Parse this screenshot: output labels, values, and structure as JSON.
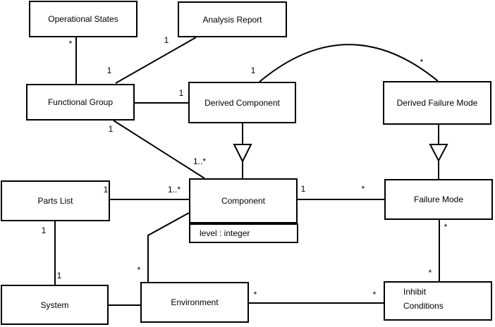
{
  "diagram": {
    "type": "uml-class-diagram",
    "classes": [
      {
        "name": "Operational States"
      },
      {
        "name": "Analysis Report"
      },
      {
        "name": "Functional Group"
      },
      {
        "name": "Derived Component"
      },
      {
        "name": "Derived Failure Mode"
      },
      {
        "name": "Parts List"
      },
      {
        "name": "Component",
        "attributes": [
          "level : integer"
        ]
      },
      {
        "name": "Failure Mode"
      },
      {
        "name": "System"
      },
      {
        "name": "Environment"
      },
      {
        "name": "Inhibit Conditions"
      }
    ],
    "associations": [
      {
        "from": "Operational States",
        "to": "Functional Group",
        "from_label": "*",
        "to_label": "1"
      },
      {
        "from": "Analysis Report",
        "to": "Functional Group",
        "from_label": "1"
      },
      {
        "from": "Functional Group",
        "to": "Derived Component",
        "to_label": "1"
      },
      {
        "from": "Derived Component",
        "to": "Derived Failure Mode",
        "from_label": "1",
        "to_label": "*"
      },
      {
        "from": "Functional Group",
        "to": "Component",
        "from_label": "1",
        "to_label": "1..*"
      },
      {
        "from": "Parts List",
        "to": "Component",
        "from_label": "1",
        "to_label": "1..*"
      },
      {
        "from": "Parts List",
        "to": "System",
        "from_label": "1",
        "to_label": "1"
      },
      {
        "from": "Component",
        "to": "Failure Mode",
        "from_label": "1",
        "to_label": "*"
      },
      {
        "from": "Failure Mode",
        "to": "Inhibit Conditions",
        "from_label": "*",
        "to_label": "*"
      },
      {
        "from": "Component",
        "to": "Environment",
        "to_label": "*"
      },
      {
        "from": "Environment",
        "to": "Inhibit Conditions",
        "from_label": "*",
        "to_label": "*"
      }
    ],
    "generalizations": [
      {
        "child": "Derived Component",
        "parent": "Component"
      },
      {
        "child": "Derived Failure Mode",
        "parent": "Failure Mode"
      }
    ],
    "colors": {
      "line": "#000000",
      "box_fill": "#ffffff",
      "text": "#000000"
    }
  }
}
